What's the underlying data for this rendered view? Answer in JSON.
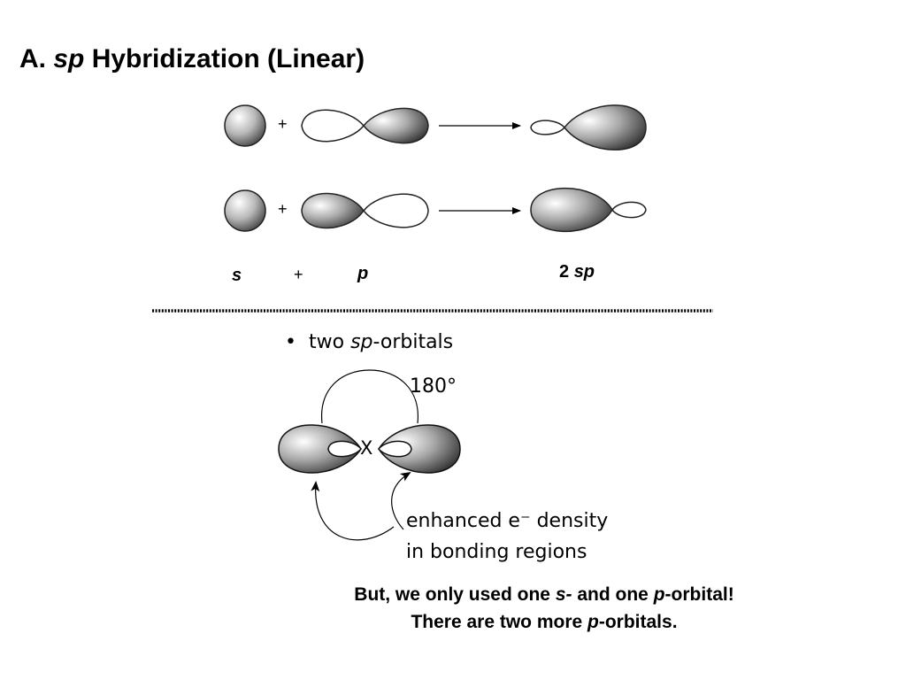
{
  "title": {
    "prefix": "A.",
    "italic": "sp",
    "rest": "Hybridization (Linear)"
  },
  "eq_plus": "+",
  "labels": {
    "s": "s",
    "plus": "+",
    "p": "p",
    "two": "2",
    "sp": "sp"
  },
  "bullet": {
    "dot": "•",
    "pre": "two",
    "italic": "sp",
    "post": "-orbitals"
  },
  "angle": "180°",
  "center_atom": "X",
  "density": {
    "line1": "enhanced e⁻ density",
    "line2": "in bonding regions"
  },
  "note": {
    "line1_a": "But, we only used one",
    "line1_s": "s-",
    "line1_b": "and one",
    "line1_p": "p",
    "line1_c": "-orbital!",
    "line2_a": "There are two more",
    "line2_p": "p",
    "line2_b": "-orbitals."
  }
}
